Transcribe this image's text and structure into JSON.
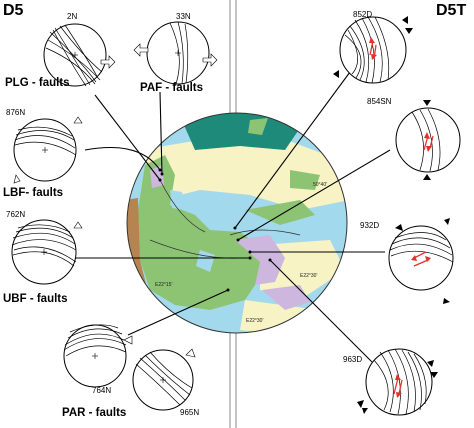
{
  "headers": {
    "left": "D5",
    "right": "D5T"
  },
  "fault_labels": {
    "plg": "PLG - faults",
    "paf": "PAF - faults",
    "lbf": "LBF- faults",
    "ubf": "UBF - faults",
    "par": "PAR - faults"
  },
  "stereonet_ids": {
    "s2n": "2N",
    "s33n": "33N",
    "s876n": "876N",
    "s762n": "762N",
    "s764n": "764N",
    "s965n": "965N",
    "s852d": "852D",
    "s854sn": "854SN",
    "s932d": "932D",
    "s963d": "963D"
  },
  "map_coords": {
    "lat_right": "50°40'",
    "lon_bottom_left": "E22°15'",
    "lon_bottom_right": "E22°30'",
    "lon_mid": "E22°30'"
  },
  "colors": {
    "green": "#8cc474",
    "teal": "#1d8a7a",
    "yellow": "#f7f3c4",
    "blue": "#a3d9ec",
    "lilac": "#cdb7df",
    "brown": "#b58450",
    "arrow_red": "#e0342b"
  }
}
